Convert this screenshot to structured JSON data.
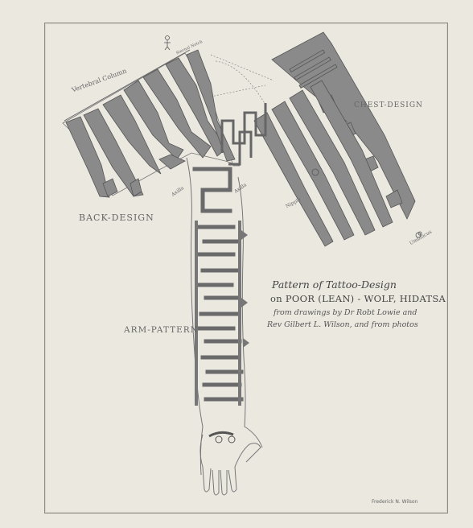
{
  "plate": {
    "title_line1": "Pattern of Tattoo-Design",
    "title_line2": "on POOR (LEAN) - WOLF, HIDATSA",
    "credit_line1": "from drawings by Dr Robt Lowie and",
    "credit_line2": "Rev Gilbert L. Wilson, and from photos",
    "artist": "Frederick N. Wilson"
  },
  "regions": {
    "back": "BACK-DESIGN",
    "chest": "CHEST-DESIGN",
    "arm": "ARM-PATTERN"
  },
  "anatomy_labels": {
    "vertebral_column": "Vertebral Column",
    "umbilicus": "Umbilicus",
    "nipple": "Nipple",
    "axilla": "Axilla",
    "axilla_back": "Axilla",
    "sternal_notch": "Sternal Notch"
  },
  "colors": {
    "paper": "#ebe8e0",
    "ink": "#6a6a6a",
    "frame": "#8c8a84"
  }
}
